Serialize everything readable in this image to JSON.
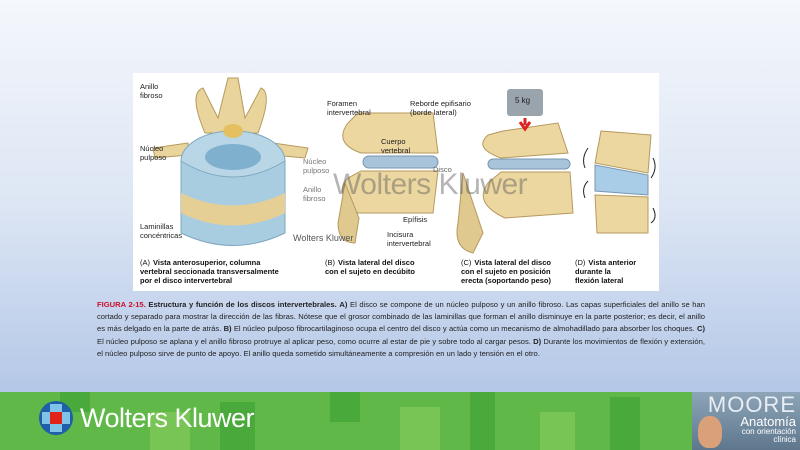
{
  "figure": {
    "labels": {
      "anillo_fibroso_a": "Anillo\nfibroso",
      "nucleo_pulposo_a": "Núcleo\npulposo",
      "laminillas": "Laminillas\nconcéntricas",
      "foramen": "Foramen\nintervertebral",
      "cuerpo": "Cuerpo\nvertebral",
      "nucleo_pulposo_b": "Núcleo\npulposo",
      "disco": "Disco",
      "anillo_fibroso_b": "Anillo\nfibroso",
      "epifisis": "Epífisis",
      "incisura": "Incisura\nintervertebral",
      "reborde": "Reborde epifisario\n(borde lateral)",
      "weight": "5 kg"
    },
    "captions": [
      {
        "letter": "(A)",
        "text": "Vista anterosuperior, columna\nvertebral seccionada transversalmente\npor el disco intervertebral"
      },
      {
        "letter": "(B)",
        "text": "Vista lateral del disco\ncon el sujeto en decúbito"
      },
      {
        "letter": "(C)",
        "text": "Vista lateral del disco\ncon el sujeto en posición\nerecta (soportando peso)"
      },
      {
        "letter": "(D)",
        "text": "Vista anterior\ndurante la\nflexión lateral"
      }
    ],
    "watermark": "Wolters Kluwer",
    "watermark_small": "Wolters Kluwer"
  },
  "caption": {
    "figure_number": "FIGURA 2-15.",
    "title": "Estructura y función de los discos intervertebrales.",
    "a_label": "A)",
    "a_text": "El disco se compone de un núcleo pulposo y un anillo fibroso. Las capas superficiales del anillo se han cortado y separado para mostrar la dirección de las fibras. Nótese que el grosor combinado de las laminillas que forman el anillo disminuye en la parte posterior; es decir, el anillo es más delgado en la parte de atrás.",
    "b_label": "B)",
    "b_text": "El núcleo pulposo fibrocartilaginoso ocupa el centro del disco y actúa como un mecanismo de almohadillado para absorber los choques.",
    "c_label": "C)",
    "c_text": "El núcleo pulposo se aplana y el anillo fibroso protruye al aplicar peso, como ocurre al estar de pie y sobre todo al cargar pesos.",
    "d_label": "D)",
    "d_text": "Durante los movimientos de flexión y extensión, el núcleo pulposo sirve de punto de apoyo. El anillo queda sometido simultáneamente a compresión en un lado y tensión en el otro."
  },
  "footer": {
    "brand": "Wolters Kluwer",
    "book_title": "MOORE",
    "book_subtitle": "Anatomía",
    "book_tagline": "con orientación\nclínica"
  },
  "colors": {
    "accent_red": "#c8102e",
    "footer_green": "#5fb847"
  }
}
